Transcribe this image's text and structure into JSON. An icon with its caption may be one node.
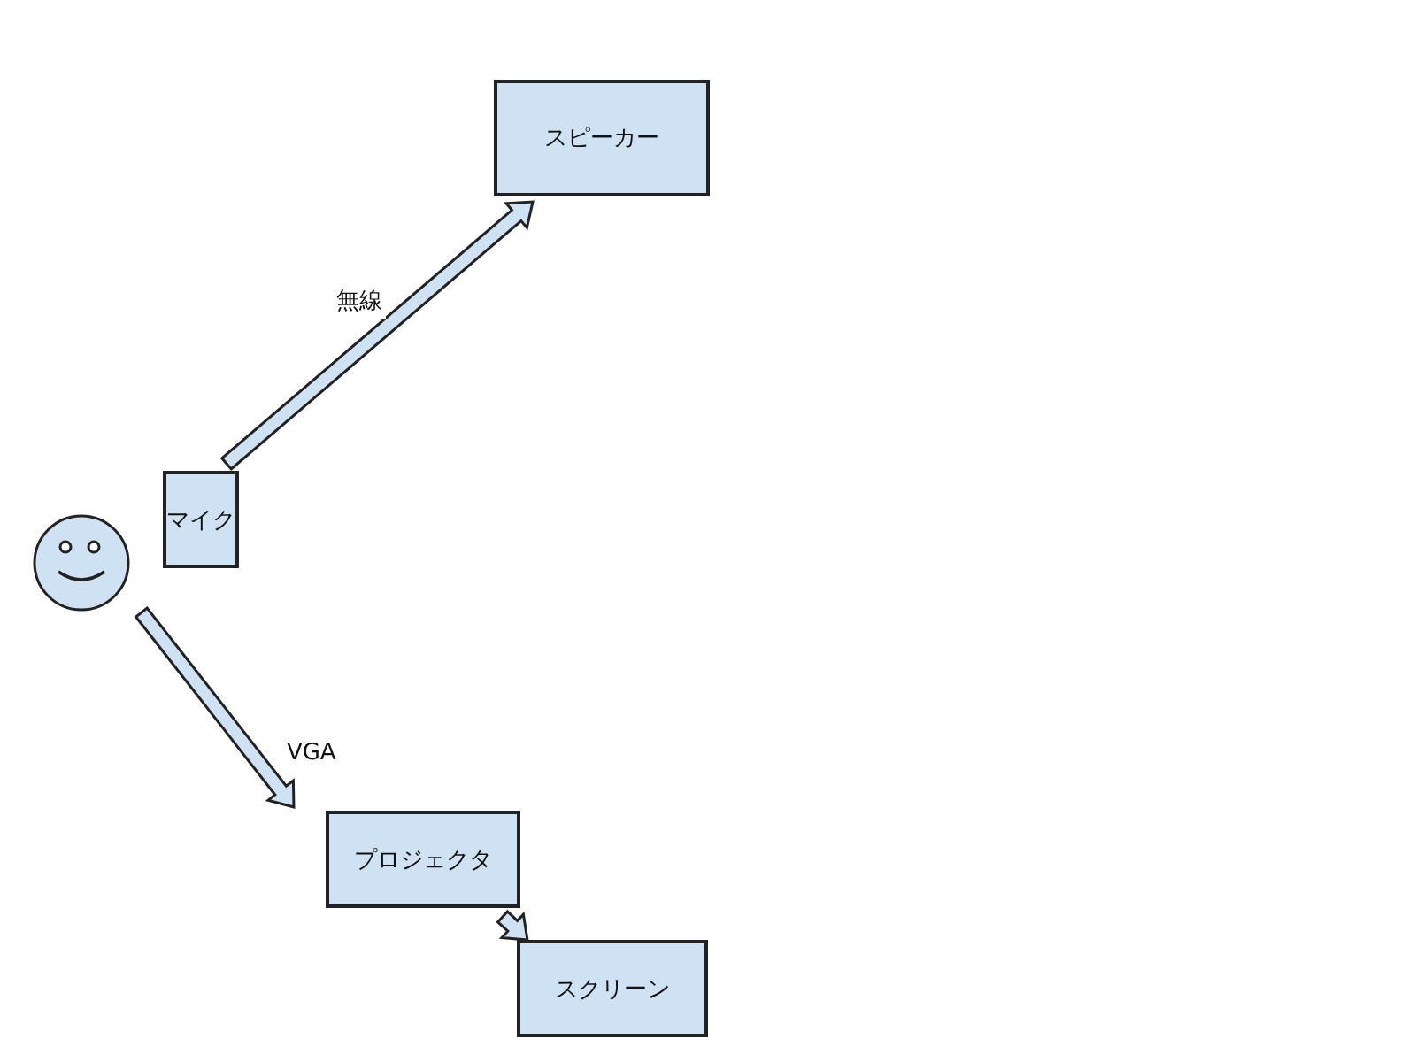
{
  "diagram": {
    "nodes": [
      {
        "text": [
          "スピーカー"
        ]
      },
      {
        "text": [
          "マイク"
        ]
      },
      {
        "text": [],
        "shape": "circle"
      },
      {
        "text": [
          "プロジェクタ"
        ]
      },
      {
        "text": [
          "スクリーン"
        ]
      }
    ],
    "edges": [
      {
        "from": 1,
        "to": 0,
        "arrow": "to",
        "label": "無線"
      },
      {
        "from": 2,
        "to": 3,
        "arrow": "to",
        "label": "VGA"
      },
      {
        "from": 3,
        "to": 4,
        "arrow": "to"
      }
    ]
  }
}
